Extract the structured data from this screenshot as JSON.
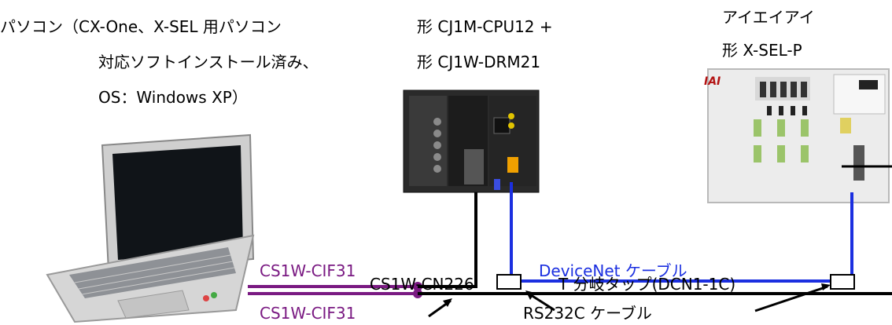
{
  "labels": {
    "pc_line1": "パソコン（CX-One、X-SEL 用パソコン",
    "pc_line2": "対応ソフトインストール済み、",
    "pc_line3": "OS：Windows XP）",
    "plc_line1": "形 CJ1M-CPU12 +",
    "plc_line2": "形 CJ1W-DRM21",
    "iai_line1": "アイエイアイ",
    "iai_line2": "形 X-SEL-P",
    "cif_top": "CS1W-CIF31",
    "cif_bottom": "CS1W-CIF31",
    "devicenet": "DeviceNet ケーブル",
    "cn226": "CS1W-CN226",
    "tap": "T 分岐タップ(DCN1-1C)",
    "rs232": "RS232C ケーブル",
    "iai_logo": "IAI"
  },
  "colors": {
    "purple": "#7a1a82",
    "blue": "#1b2fe0",
    "black": "#000000"
  }
}
